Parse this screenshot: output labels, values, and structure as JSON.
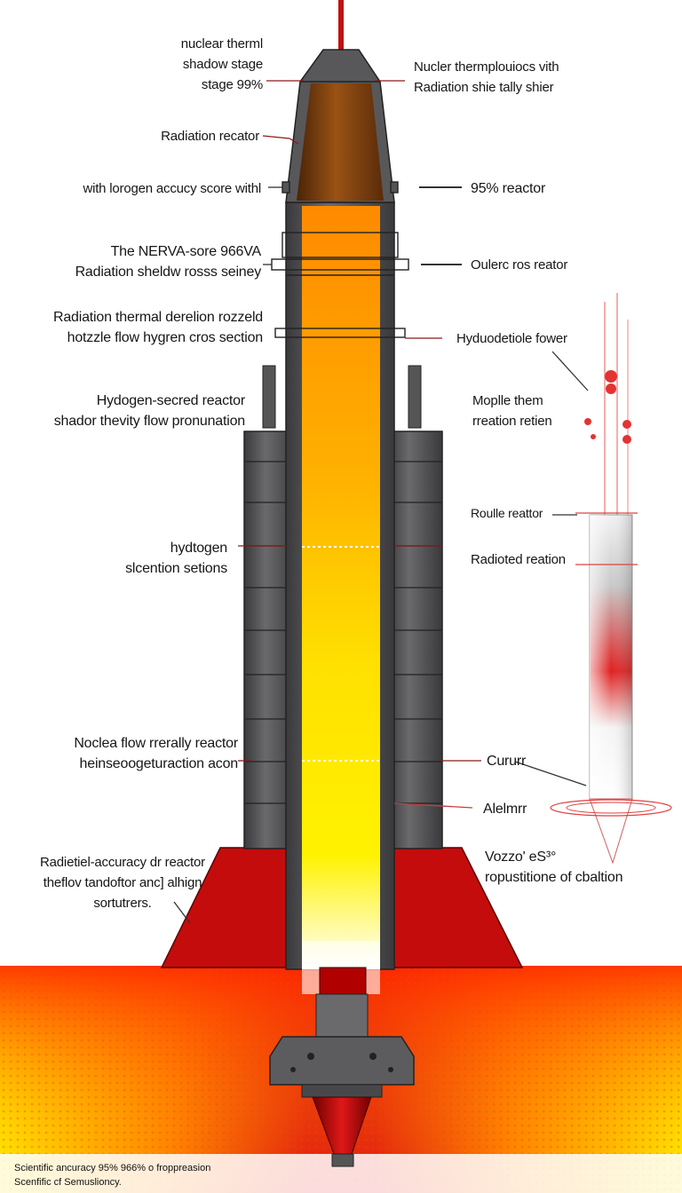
{
  "labels": {
    "l_top": "nuclear therml\nshadow stage\nstage 99%",
    "l_radiation_reactor": "Radiation recator",
    "l_accuracy": "with lorogen accucy score withl",
    "l_nerva": "The NERVA-sore 966VA\nRadiation sheldw rosss seiney",
    "l_deflection": "Radiation thermal derelion rozzeld\nhotzzle flow hygren cros section",
    "l_hydrogen_secred": "Hydogen-secred  reactor\nshador thevity flow pronunation",
    "l_hydtogen": "hydtogen\nslcention setions",
    "l_noclea": "Noclea flow rrerally reactor\nheinseoogeturaction acon",
    "l_radietic": "Radietiel-accuracy dr reactor\ntheflov tandoftor anc] alhign\nsortutrers.",
    "r_top": "Nucler thermplouiocs vith\nRadiation shie tally shier",
    "r_95": "95% reactor",
    "r_oulerc": "Oulerc ros reator",
    "r_hyduodet": "Hyduodetiole fower",
    "r_mople": "Moplle them\nrreation retien",
    "r_roulle": "Roulle reattor",
    "r_radioted": "Radioted reation",
    "r_cururr": "Cururr",
    "r_alemrr": "Alelmrr",
    "r_vozzo": "Vozzo' eS³°\nropustitione of cbaltion"
  },
  "footer": "Scientific ancuracy 95% 966% o froppreasion\nScenfific cf Semuslioncy.",
  "colors": {
    "casing": "#5c5c5e",
    "casing_dark": "#2e2e30",
    "nose_brown": "#8b4513",
    "core_orange": "#ff8c00",
    "core_yellow": "#ffee00",
    "flare_red": "#c00000",
    "exhaust_yellow": "#ffd400",
    "leader_red": "#b22222"
  }
}
